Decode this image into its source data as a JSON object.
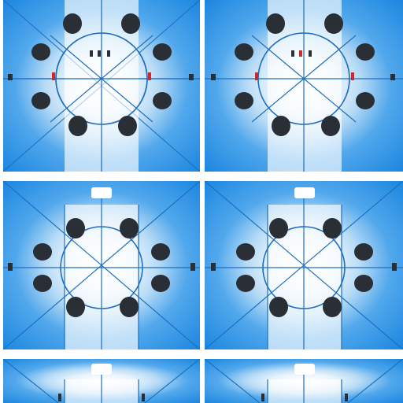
{
  "canvas": {
    "background": "#ffffff"
  },
  "tiles": [
    {
      "id": "tile-1",
      "variant": "ring-vertical"
    },
    {
      "id": "tile-2",
      "variant": "ring-vertical"
    },
    {
      "id": "tile-3",
      "variant": "ring-vertical"
    },
    {
      "id": "tile-4",
      "variant": "ring-vertical"
    },
    {
      "id": "tile-5",
      "variant": "ring-vertical"
    },
    {
      "id": "tile-6",
      "variant": "ring-vertical"
    }
  ],
  "colors": {
    "blue_deep": "#1b86e0",
    "blue_mid": "#52a8ec",
    "blue_light": "#b9dcf6",
    "center": "#ffffff",
    "dots": "#2a2f36",
    "lines": "#1e6fbf",
    "red_mark": "#cc2a2a"
  },
  "icons": {
    "pattern": "radial-dial-pattern"
  }
}
